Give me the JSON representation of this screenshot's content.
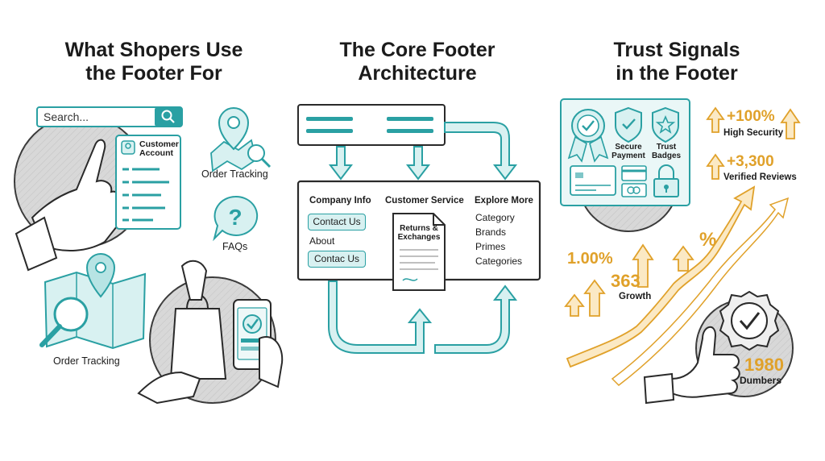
{
  "colors": {
    "teal": "#2aa0a3",
    "tealFill": "#d8f1f1",
    "orange": "#e0a12a",
    "ink": "#2a2a2a",
    "grey": "#cfcfcf"
  },
  "panels": {
    "shoppers": {
      "title_line1": "What Shopers Use",
      "title_line2": "the Footer For",
      "search_placeholder": "Search...",
      "customer_account_line1": "Customer",
      "customer_account_line2": "Account",
      "order_tracking_top": "Order Tracking",
      "faqs": "FAQs",
      "order_tracking_bottom": "Order Tracking",
      "icons": [
        "search-icon",
        "hand-pointer-icon",
        "map-pin-icon",
        "question-icon",
        "map-magnifier-icon",
        "shopping-bag-icon",
        "phone-checkmark-icon"
      ]
    },
    "architecture": {
      "title_line1": "The Core Footer",
      "title_line2": "Architecture",
      "company_info": "Company Info",
      "contact_us": "Contact Us",
      "about": "About",
      "contac_us": "Contac Us",
      "customer_service": "Customer Service",
      "returns_line1": "Returns &",
      "returns_line2": "Exchanges",
      "explore_more": "Explore More",
      "explore_items": [
        "Category",
        "Brands",
        "Primes",
        "Categories"
      ]
    },
    "trust": {
      "title_line1": "Trust Signals",
      "title_line2": "in the Footer",
      "secure_line1": "Secure",
      "secure_line2": "Payment",
      "trust_line1": "Trust",
      "trust_line2": "Badges",
      "stat1_value": "+100%",
      "stat1_label": "High Security",
      "stat2_value": "+3,300",
      "stat2_label": "Verified Reviews",
      "growth_pct": "1.00%",
      "growth_num": "363",
      "growth_label": "Growth",
      "percent_sign": "%",
      "bottom_value": "1980",
      "bottom_label": "Dumbers"
    }
  }
}
